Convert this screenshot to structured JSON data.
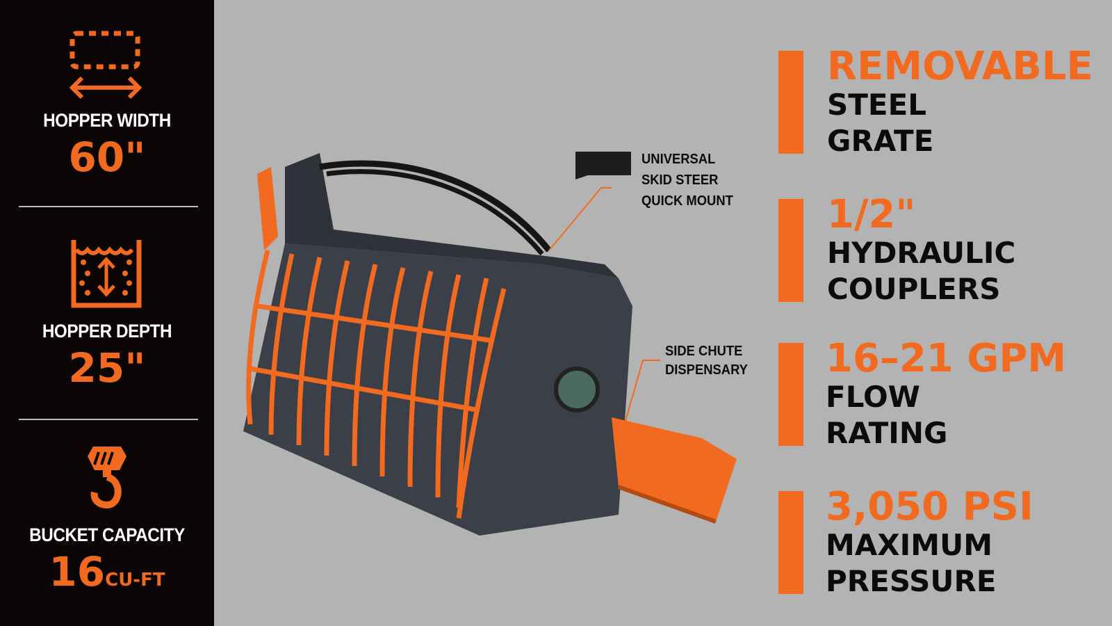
{
  "sidebar": {
    "specs": [
      {
        "icon": "hopper-width-icon",
        "label": "HOPPER WIDTH",
        "value": "60\""
      },
      {
        "icon": "hopper-depth-icon",
        "label": "HOPPER DEPTH",
        "value": "25\""
      },
      {
        "icon": "crane-hook-icon",
        "label": "BUCKET CAPACITY",
        "value": "16",
        "unit": "CU-FT"
      }
    ]
  },
  "callouts": {
    "mount": [
      "UNIVERSAL",
      "SKID STEER",
      "QUICK MOUNT"
    ],
    "chute": [
      "SIDE CHUTE",
      "DISPENSARY"
    ]
  },
  "features": [
    {
      "title": "REMOVABLE",
      "lines": [
        "STEEL",
        "GRATE"
      ]
    },
    {
      "title": "1/2\"",
      "lines": [
        "HYDRAULIC",
        "COUPLERS"
      ]
    },
    {
      "title": "16–21 GPM",
      "lines": [
        "FLOW",
        "RATING"
      ]
    },
    {
      "title": "3,050 PSI",
      "lines": [
        "MAXIMUM",
        "PRESSURE"
      ]
    }
  ],
  "colors": {
    "accent": "#f26a1f",
    "panel": "#0b0505",
    "background": "#b3b3b3"
  }
}
